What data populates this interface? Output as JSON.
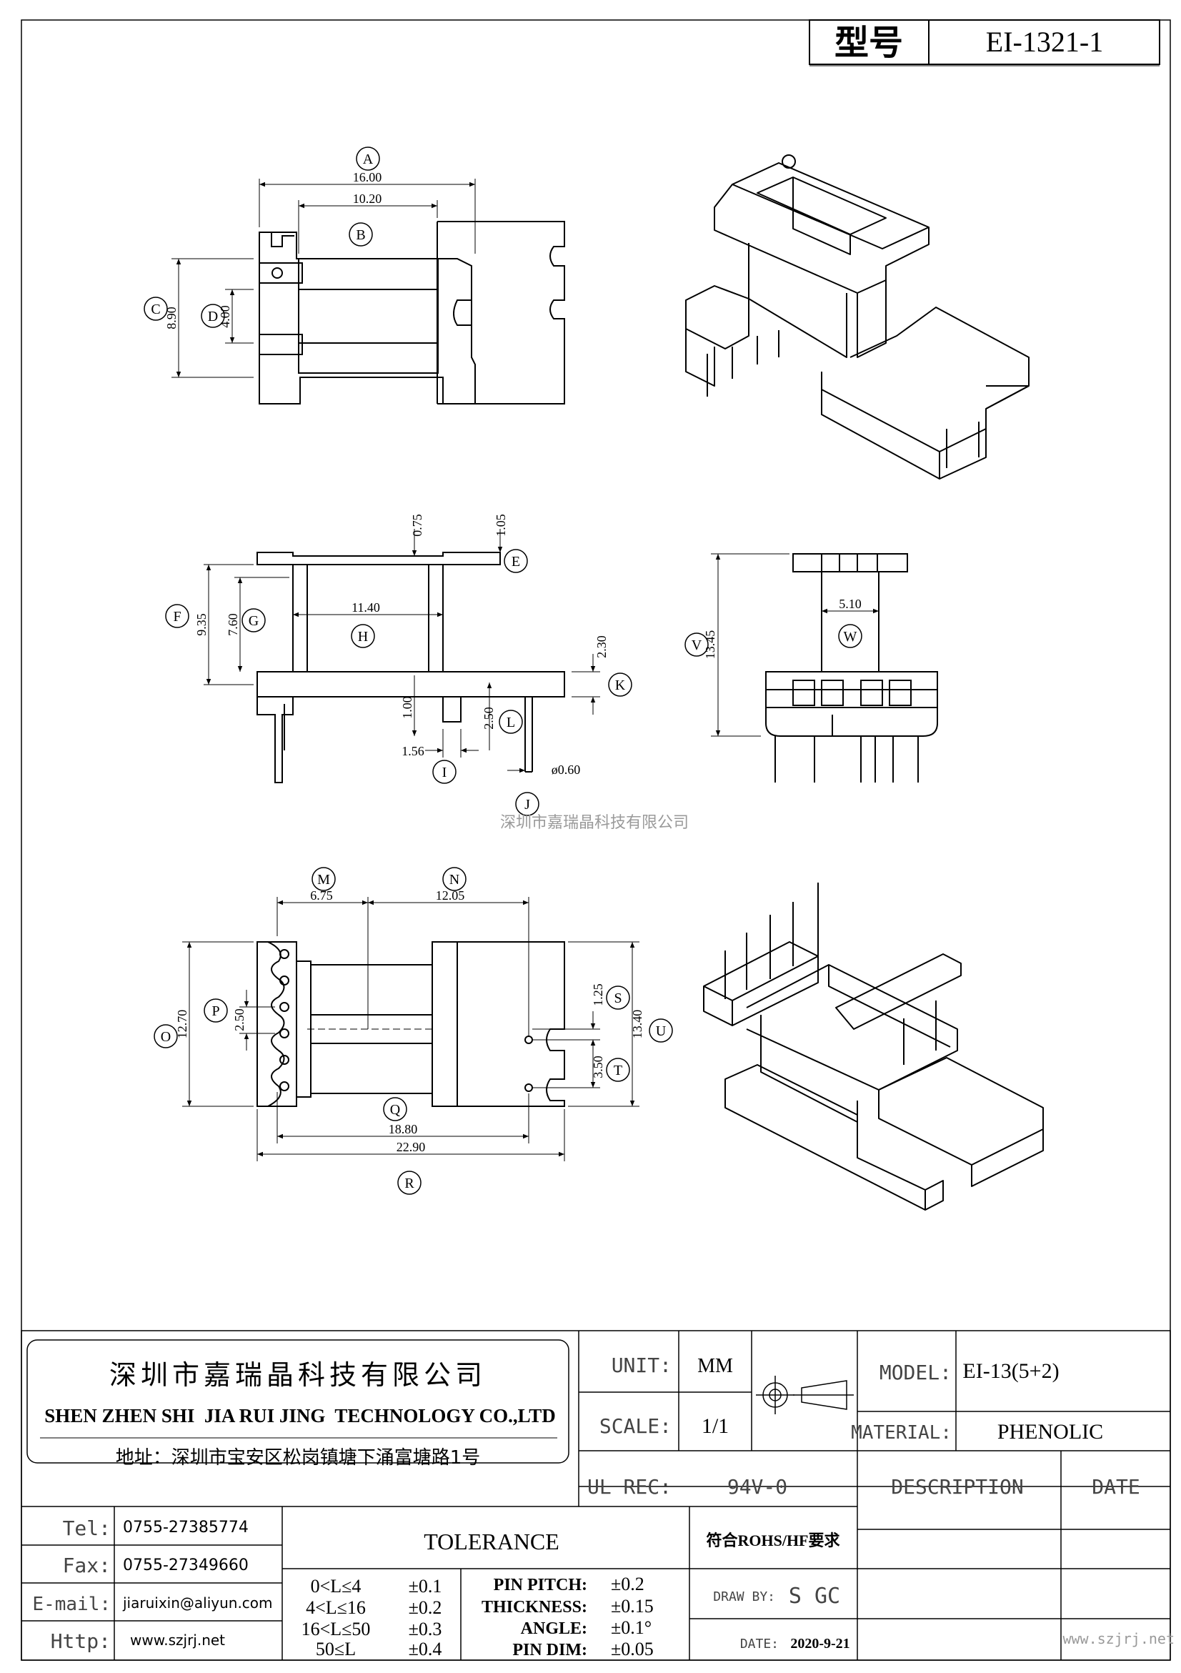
{
  "header": {
    "model_label": "型号",
    "model_no": "EI-1321-1"
  },
  "watermark_center": "深圳市嘉瑞晶科技有限公司",
  "watermark_corner": "www.szjrj.net",
  "drawing": {
    "top_view": {
      "circles": {
        "a": "A",
        "b": "B",
        "c": "C",
        "d": "D"
      },
      "dims": {
        "a": "16.00",
        "b": "10.20",
        "c": "8.90",
        "d": "4.00"
      }
    },
    "side_view": {
      "circles": {
        "e": "E",
        "f": "F",
        "g": "G",
        "h": "H",
        "i": "I",
        "j": "J",
        "k": "K",
        "l": "L"
      },
      "dims": {
        "top1": "0.75",
        "top2": "1.05",
        "f": "9.35",
        "g": "7.60",
        "h": "11.40",
        "k": "2.30",
        "mid": "1.00",
        "l": "2.50",
        "i": "1.56",
        "j": "ø0.60"
      }
    },
    "front_view": {
      "circles": {
        "v": "V",
        "w": "W"
      },
      "dims": {
        "v": "13.45",
        "w": "5.10"
      }
    },
    "bottom_view": {
      "circles": {
        "m": "M",
        "n": "N",
        "o": "O",
        "p": "P",
        "q": "Q",
        "r": "R",
        "s": "S",
        "t": "T",
        "u": "U"
      },
      "dims": {
        "m": "6.75",
        "n": "12.05",
        "o": "12.70",
        "p": "2.50",
        "s": "1.25",
        "t": "3.50",
        "u": "13.40",
        "q": "18.80",
        "r": "22.90"
      }
    }
  },
  "title_block": {
    "company_cn": "深圳市嘉瑞晶科技有限公司",
    "company_en": "SHEN ZHEN SHI  JIA RUI JING  TECHNOLOGY CO.,LTD",
    "address": "地址：深圳市宝安区松岗镇塘下涌富塘路1号",
    "unit_label": "UNIT:",
    "unit_value": "MM",
    "scale_label": "SCALE:",
    "scale_value": "1/1",
    "ul_label": "UL REC:",
    "ul_value": "94V-0",
    "model_label": "MODEL:",
    "model_value": "EI-13(5+2)",
    "material_label": "MATERIAL:",
    "material_value": "PHENOLIC",
    "description_label": "DESCRIPTION",
    "date_label": "DATE",
    "tel_label": "Tel:",
    "tel_value": "0755-27385774",
    "fax_label": "Fax:",
    "fax_value": "0755-27349660",
    "email_label": "E-mail:",
    "email_value": "jiaruixin@aliyun.com",
    "http_label": "Http:",
    "http_value": "www.szjrj.net",
    "tolerance_title": "TOLERANCE",
    "tolerance_rows": [
      {
        "range": "0<L≤4",
        "tol": "±0.1"
      },
      {
        "range": "4<L≤16",
        "tol": "±0.2"
      },
      {
        "range": "16<L≤50",
        "tol": "±0.3"
      },
      {
        "range": "50≤L",
        "tol": "±0.4"
      }
    ],
    "spec_rows": [
      {
        "name": "PIN PITCH:",
        "tol": "±0.2"
      },
      {
        "name": "THICKNESS:",
        "tol": "±0.15"
      },
      {
        "name": "ANGLE:",
        "tol": "±0.1°"
      },
      {
        "name": "PIN DIM:",
        "tol": "±0.05"
      }
    ],
    "rohs": "符合ROHS/HF要求",
    "draw_by_label": "DRAW BY:",
    "draw_by_value": "S GC",
    "date_field_label": "DATE:",
    "date_value": "2020-9-21"
  }
}
